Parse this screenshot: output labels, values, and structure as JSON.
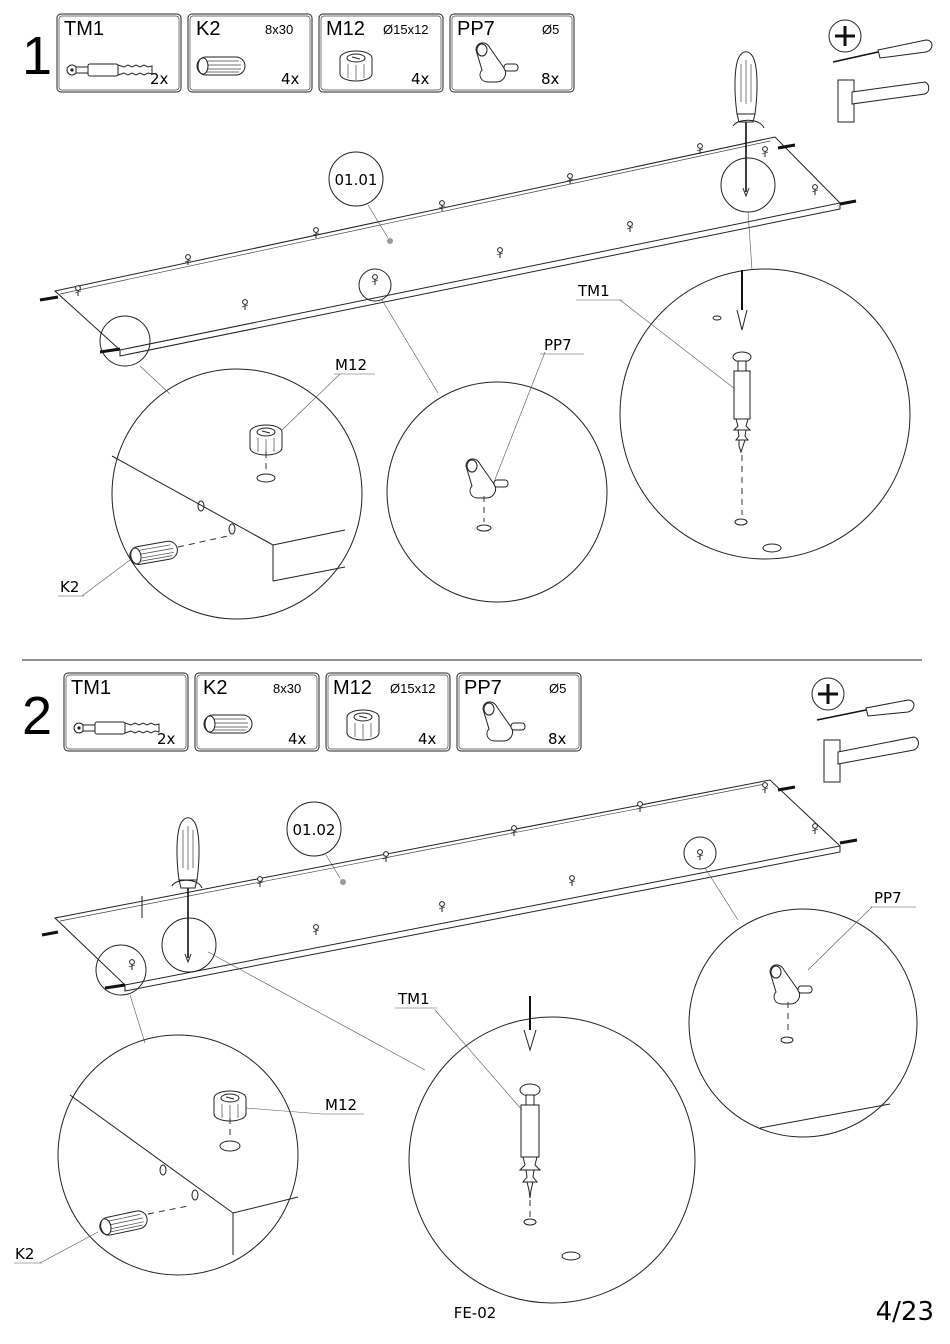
{
  "steps": [
    {
      "number": "1",
      "parts": [
        {
          "code": "TM1",
          "dim": "",
          "qty": "2x"
        },
        {
          "code": "K2",
          "dim": "8x30",
          "qty": "4x"
        },
        {
          "code": "M12",
          "dim": "Ø15x12",
          "qty": "4x"
        },
        {
          "code": "PP7",
          "dim": "Ø5",
          "qty": "8x"
        }
      ],
      "panel_label": "01.01",
      "callouts": {
        "tm1": "TM1",
        "pp7": "PP7",
        "m12": "M12",
        "k2": "K2"
      }
    },
    {
      "number": "2",
      "parts": [
        {
          "code": "TM1",
          "dim": "",
          "qty": "2x"
        },
        {
          "code": "K2",
          "dim": "8x30",
          "qty": "4x"
        },
        {
          "code": "M12",
          "dim": "Ø15x12",
          "qty": "4x"
        },
        {
          "code": "PP7",
          "dim": "Ø5",
          "qty": "8x"
        }
      ],
      "panel_label": "01.02",
      "callouts": {
        "tm1": "TM1",
        "pp7": "PP7",
        "m12": "M12",
        "k2": "K2"
      }
    }
  ],
  "tools": {
    "plus_symbol": "+",
    "icons": [
      "screwdriver-icon",
      "hammer-icon"
    ]
  },
  "footer": {
    "doc_code": "FE-02",
    "page": "4/23"
  }
}
